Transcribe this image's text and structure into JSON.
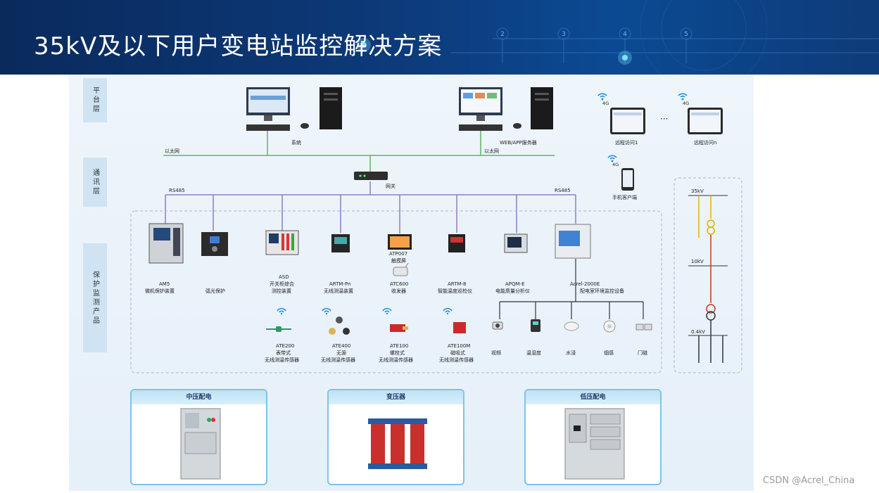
{
  "header": {
    "title": "35kV及以下用户变电站监控解决方案"
  },
  "layers": {
    "platform": "平台层",
    "comm": "通讯层",
    "protect": "保护监测产品"
  },
  "network": {
    "ethernet_left": "以太网",
    "ethernet_right": "以太网",
    "rs485_left": "RS485",
    "rs485_right": "RS485",
    "gateway": "网关",
    "tag_4g": "4G",
    "dots": "···"
  },
  "platform": {
    "system": "系统",
    "server": "WEB/APP服务器",
    "remote1": "远程访问1",
    "remoten": "远程访问n",
    "mobile": "手机客户端"
  },
  "devices": [
    {
      "model": "AM5",
      "desc": "微机保护装置"
    },
    {
      "model": "",
      "desc": "弧光保护"
    },
    {
      "model": "ASD",
      "desc": "开关柜综合",
      "desc2": "测控装置"
    },
    {
      "model": "ARTM-Pn",
      "desc": "无线测温装置"
    },
    {
      "model": "ATP007",
      "desc": "触摸屏"
    },
    {
      "model": "ARTM-8",
      "desc": "智能温度巡检仪"
    },
    {
      "model": "APQM-E",
      "desc": "电能质量分析仪"
    },
    {
      "model": "Acrel-2000E",
      "desc": "配电室环境监控设备"
    }
  ],
  "atc": {
    "model": "ATC600",
    "desc": "收发器"
  },
  "sensors": [
    {
      "model": "ATE200",
      "line1": "表带式",
      "line2": "无线测温传感器"
    },
    {
      "model": "ATE400",
      "line1": "无源",
      "line2": "无线测温传感器"
    },
    {
      "model": "ATE100",
      "line1": "螺栓式",
      "line2": "无线测温传感器"
    },
    {
      "model": "ATE100M",
      "line1": "磁吸式",
      "line2": "无线测温传感器"
    }
  ],
  "env": [
    "视频",
    "温湿度",
    "水浸",
    "烟感",
    "门磁"
  ],
  "single_line": {
    "v35": "35kV",
    "v10": "10kV",
    "v04": "0.4kV"
  },
  "bottom": {
    "mv": "中压配电",
    "transformer": "变压器",
    "lv": "低压配电"
  },
  "watermark": "CSDN @Acrel_China",
  "colors": {
    "header_bg": "#0d3a7a",
    "ethernet": "#5cb85c",
    "rs485": "#8e7cc3",
    "accent": "#7cc4ea"
  }
}
